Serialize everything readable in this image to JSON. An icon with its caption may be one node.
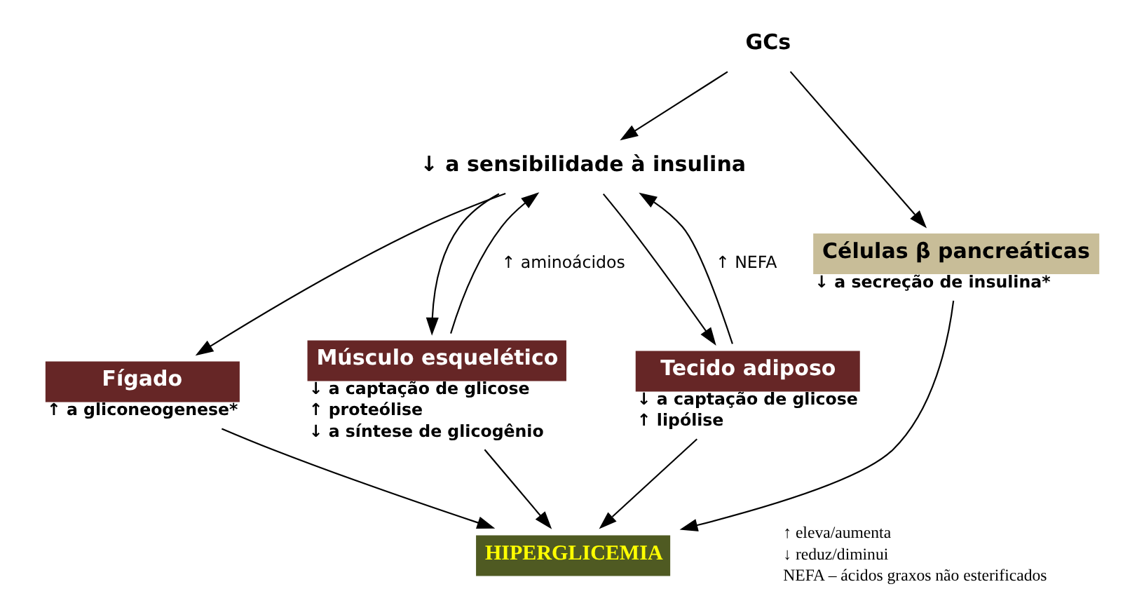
{
  "diagram": {
    "nodes": [
      {
        "text": [
          "GCs"
        ]
      },
      {
        "text": [
          "↓ a sensibilidade à insulina"
        ]
      },
      {
        "text": [
          "Células β pancreáticas"
        ],
        "beside": [
          "↓ a secreção de insulina*"
        ]
      },
      {
        "text": [
          "Fígado"
        ],
        "beside": [
          "↑ a gliconeogenese*"
        ]
      },
      {
        "text": [
          "Músculo esquelético"
        ],
        "beside": [
          "↓ a captação de glicose",
          "↑ proteólise",
          "↓ a síntese de glicogênio"
        ]
      },
      {
        "text": [
          "Tecido adiposo"
        ],
        "beside": [
          "↓ a captação de glicose",
          "↑ lipólise"
        ]
      },
      {
        "text": [
          "HIPERGLICEMIA"
        ]
      }
    ],
    "edges": [
      {
        "from": 0,
        "to": 2,
        "arrow": "to"
      },
      {
        "from": 0,
        "to": 1,
        "arrow": "to"
      },
      {
        "from": 1,
        "to": 3,
        "arrow": "to"
      },
      {
        "from": 1,
        "to": 4,
        "arrow": "to"
      },
      {
        "from": 4,
        "to": 1,
        "arrow": "to",
        "label": "↑ aminoácidos"
      },
      {
        "from": 1,
        "to": 5,
        "arrow": "to"
      },
      {
        "from": 5,
        "to": 1,
        "arrow": "to",
        "label": "↑ NEFA"
      },
      {
        "from": 2,
        "to": 6,
        "arrow": "to"
      },
      {
        "from": 3,
        "to": 6,
        "arrow": "to"
      },
      {
        "from": 4,
        "to": 6,
        "arrow": "to"
      },
      {
        "from": 5,
        "to": 6,
        "arrow": "to"
      }
    ],
    "labels": [
      "↑ eleva/aumenta",
      "↓ reduz/diminui",
      "NEFA – ácidos graxos não esterificados"
    ]
  }
}
